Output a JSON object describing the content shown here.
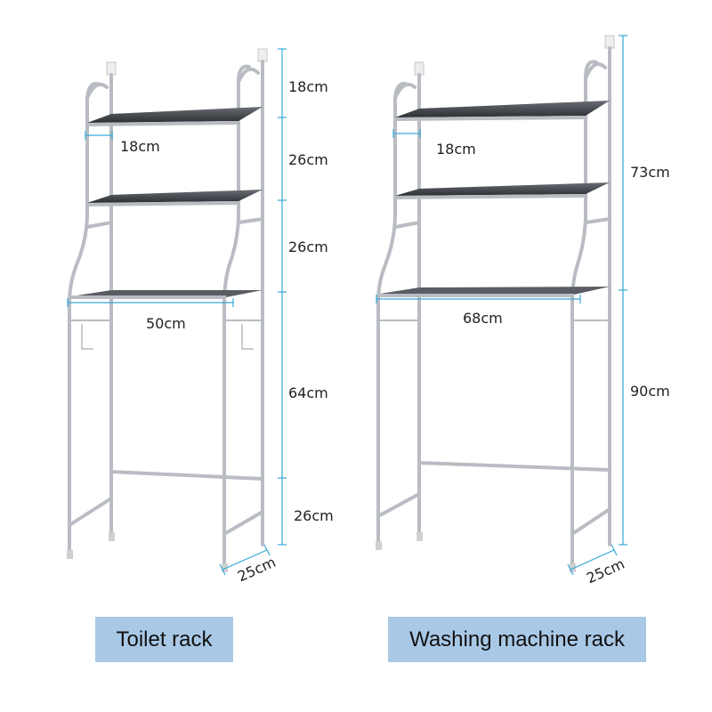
{
  "colors": {
    "frame": "#b9bcc2",
    "frame_dark": "#7f838a",
    "shelf": "#3a3d42",
    "dimension_line": "#37a9d8",
    "label_bg": "#a9c8e6"
  },
  "toilet_rack": {
    "label": "Toilet rack",
    "dims": {
      "h1": "18cm",
      "h2": "26cm",
      "h3": "26cm",
      "h4": "64cm",
      "h5": "26cm",
      "shelf_depth": "18cm",
      "width": "50cm",
      "base_depth": "25cm"
    }
  },
  "washing_rack": {
    "label": "Washing machine rack",
    "dims": {
      "upper": "73cm",
      "lower": "90cm",
      "shelf_depth": "18cm",
      "width": "68cm",
      "base_depth": "25cm"
    }
  }
}
